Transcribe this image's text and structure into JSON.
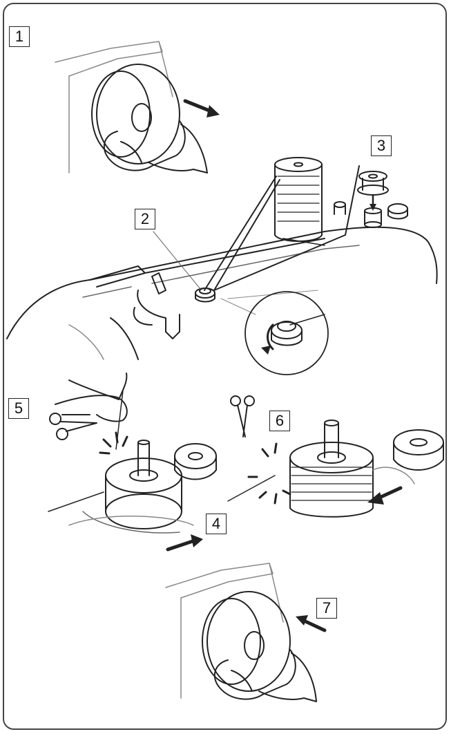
{
  "step_labels": [
    "1",
    "2",
    "3",
    "4",
    "5",
    "6",
    "7"
  ],
  "colors": {
    "line": "#222222",
    "frame": "#444444",
    "background": "#ffffff"
  }
}
